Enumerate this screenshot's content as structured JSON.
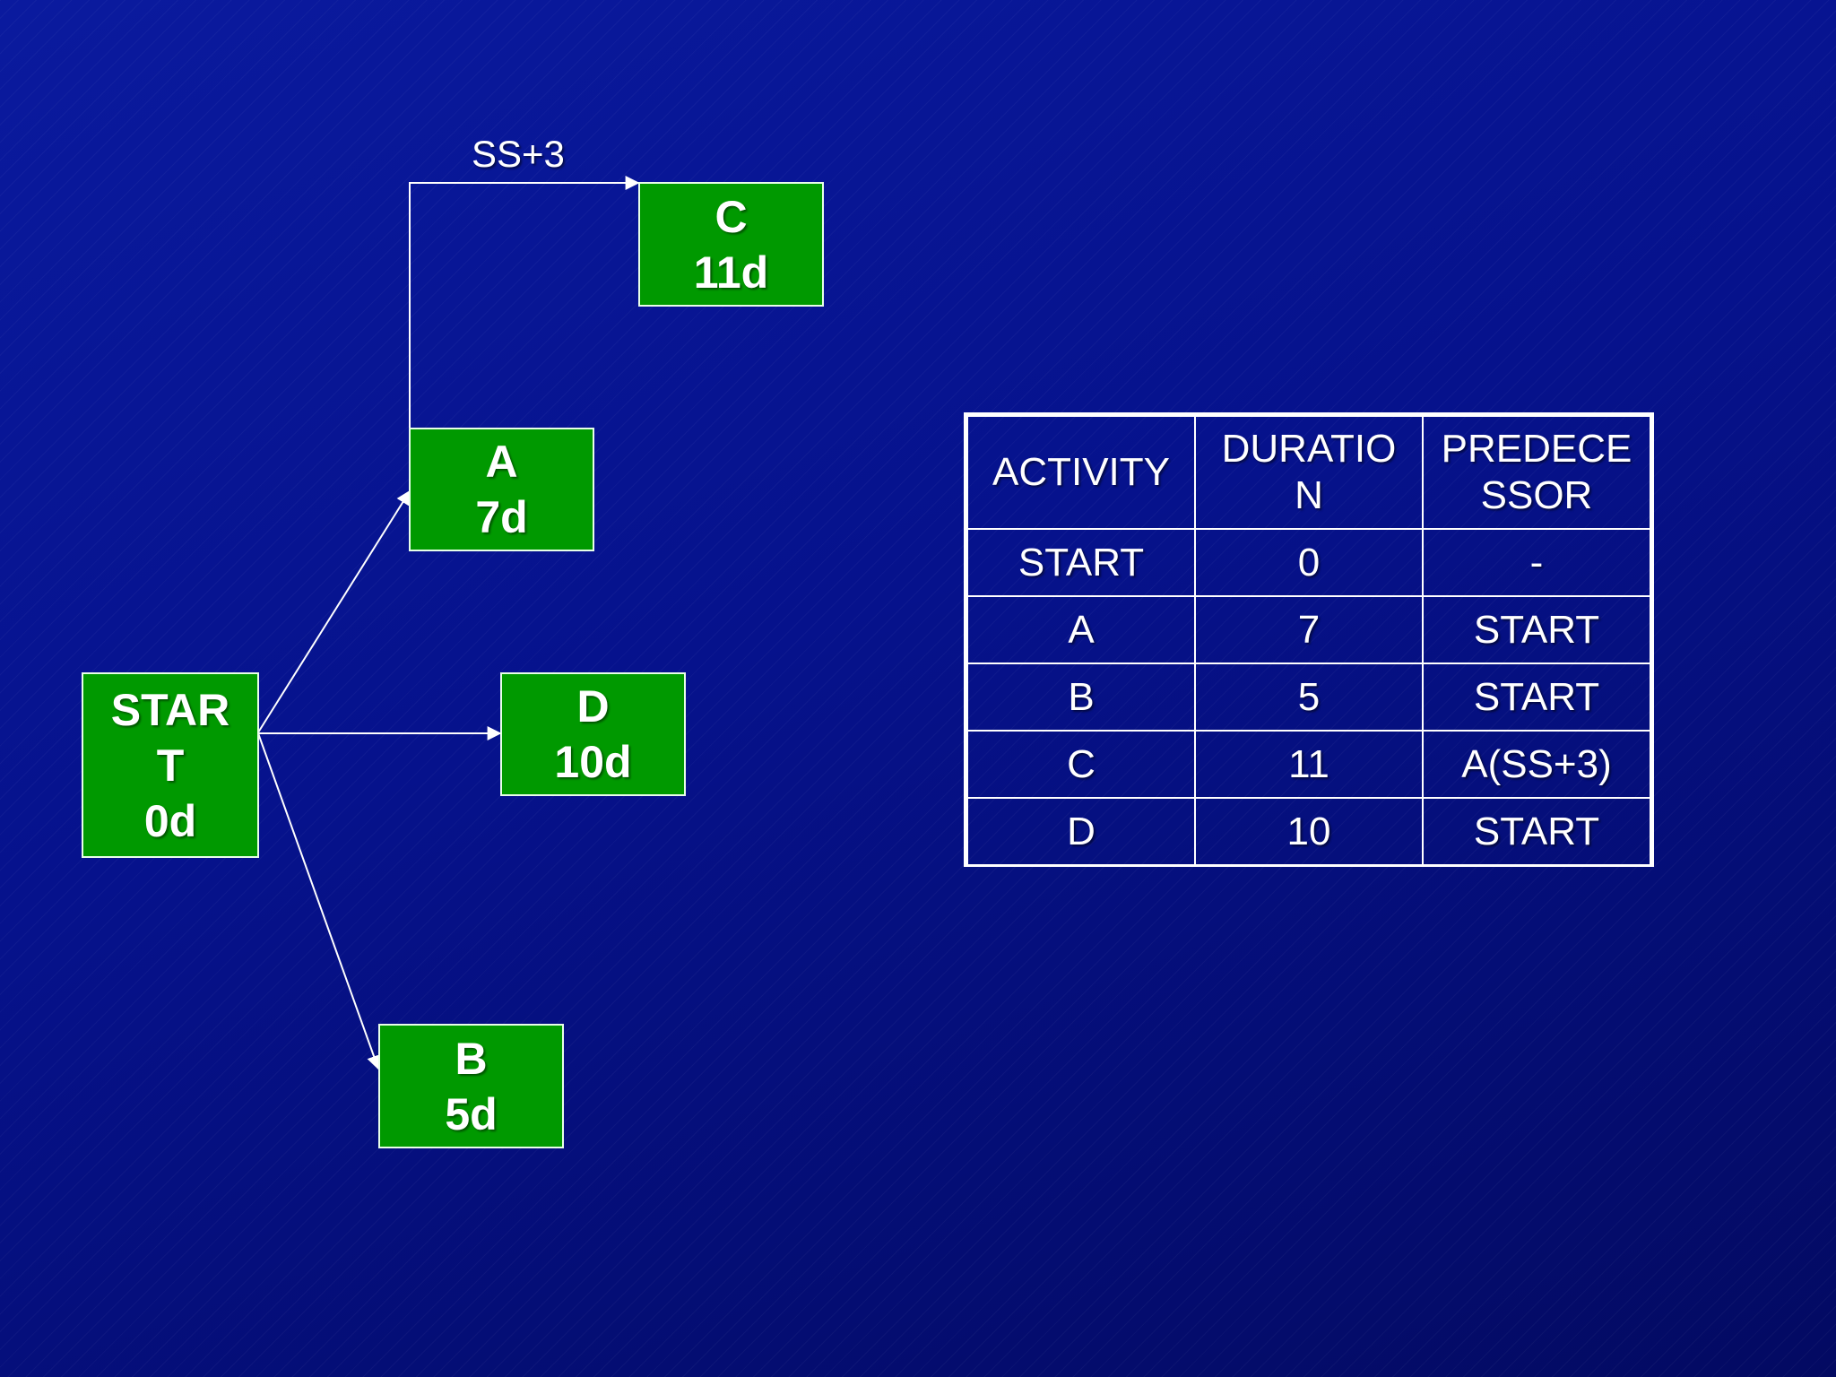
{
  "nodes": {
    "start": {
      "line1": "STAR",
      "line2": "T",
      "line3": "0d"
    },
    "a": {
      "line1": "A",
      "line2": "7d"
    },
    "b": {
      "line1": "B",
      "line2": "5d"
    },
    "c": {
      "line1": "C",
      "line2": "11d"
    },
    "d": {
      "line1": "D",
      "line2": "10d"
    }
  },
  "edge_label_ss": "SS+3",
  "colors": {
    "node_fill": "#009900",
    "background": "#06128c",
    "line": "#ffffff"
  },
  "table": {
    "headers": [
      {
        "line1": "ACTIVITY",
        "line2": ""
      },
      {
        "line1": "DURATIO",
        "line2": "N"
      },
      {
        "line1": "PREDECE",
        "line2": "SSOR"
      }
    ],
    "rows": [
      [
        "START",
        "0",
        "-"
      ],
      [
        "A",
        "7",
        "START"
      ],
      [
        "B",
        "5",
        "START"
      ],
      [
        "C",
        "11",
        "A(SS+3)"
      ],
      [
        "D",
        "10",
        "START"
      ]
    ]
  }
}
